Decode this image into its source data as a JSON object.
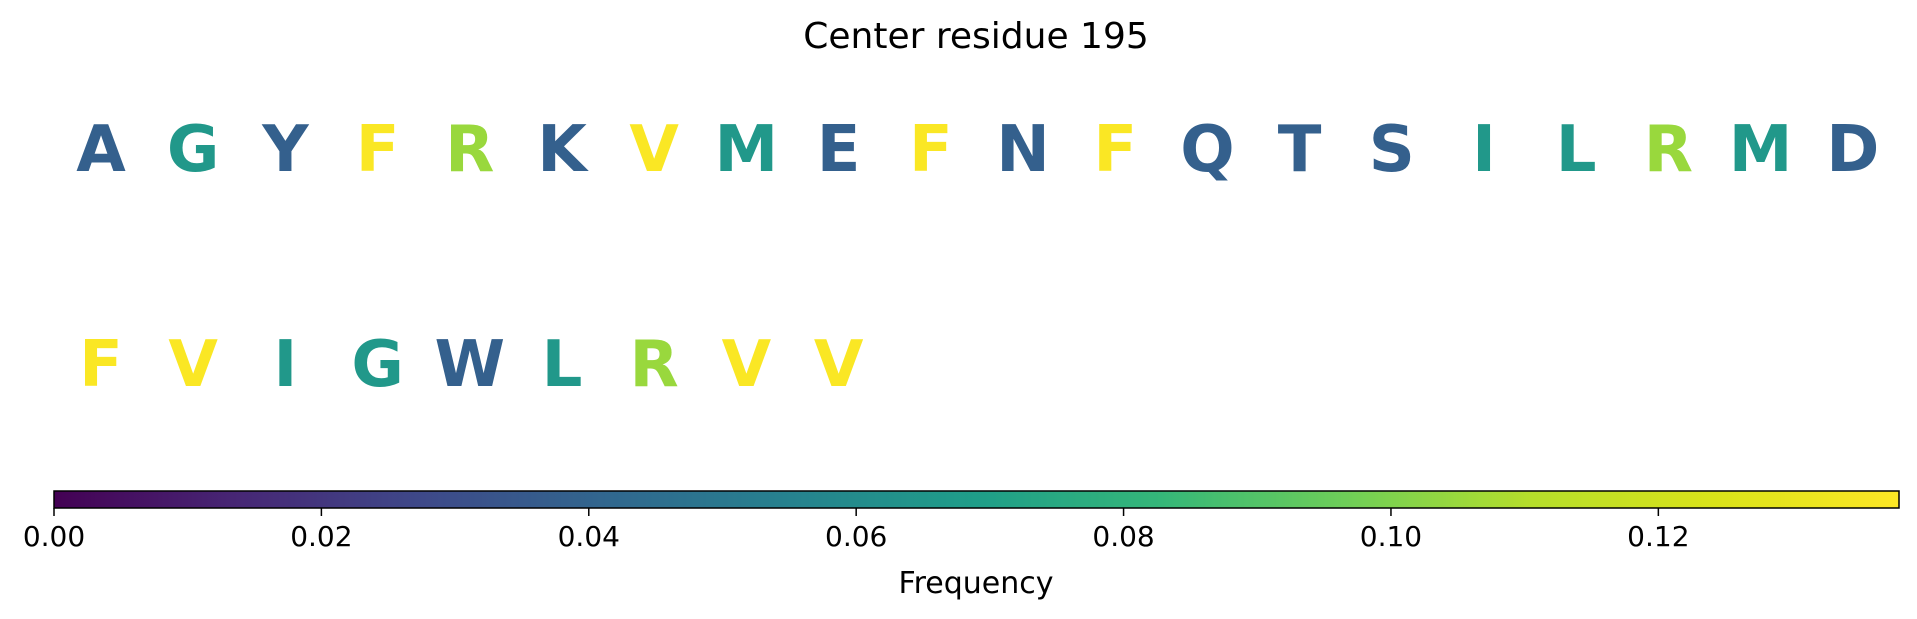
{
  "chart_data": {
    "type": "table",
    "title": "Center residue 195",
    "residues": [
      {
        "letter": "A",
        "value": 0.038
      },
      {
        "letter": "G",
        "value": 0.066
      },
      {
        "letter": "Y",
        "value": 0.038
      },
      {
        "letter": "F",
        "value": 0.137
      },
      {
        "letter": "R",
        "value": 0.105
      },
      {
        "letter": "K",
        "value": 0.038
      },
      {
        "letter": "V",
        "value": 0.137
      },
      {
        "letter": "M",
        "value": 0.066
      },
      {
        "letter": "E",
        "value": 0.038
      },
      {
        "letter": "F",
        "value": 0.137
      },
      {
        "letter": "N",
        "value": 0.038
      },
      {
        "letter": "F",
        "value": 0.137
      },
      {
        "letter": "Q",
        "value": 0.038
      },
      {
        "letter": "T",
        "value": 0.038
      },
      {
        "letter": "S",
        "value": 0.038
      },
      {
        "letter": "I",
        "value": 0.066
      },
      {
        "letter": "L",
        "value": 0.066
      },
      {
        "letter": "R",
        "value": 0.105
      },
      {
        "letter": "M",
        "value": 0.066
      },
      {
        "letter": "D",
        "value": 0.038
      },
      {
        "letter": "F",
        "value": 0.137
      },
      {
        "letter": "V",
        "value": 0.137
      },
      {
        "letter": "I",
        "value": 0.066
      },
      {
        "letter": "G",
        "value": 0.066
      },
      {
        "letter": "W",
        "value": 0.038
      },
      {
        "letter": "L",
        "value": 0.066
      },
      {
        "letter": "R",
        "value": 0.105
      },
      {
        "letter": "V",
        "value": 0.137
      },
      {
        "letter": "V",
        "value": 0.137
      }
    ],
    "colorbar": {
      "label": "Frequency",
      "colormap": "viridis",
      "range": [
        0,
        0.138
      ],
      "ticks": [
        0.0,
        0.02,
        0.04,
        0.06,
        0.08,
        0.1,
        0.12
      ],
      "tick_labels": [
        "0.00",
        "0.02",
        "0.04",
        "0.06",
        "0.08",
        "0.10",
        "0.12"
      ],
      "orientation": "horizontal"
    }
  }
}
